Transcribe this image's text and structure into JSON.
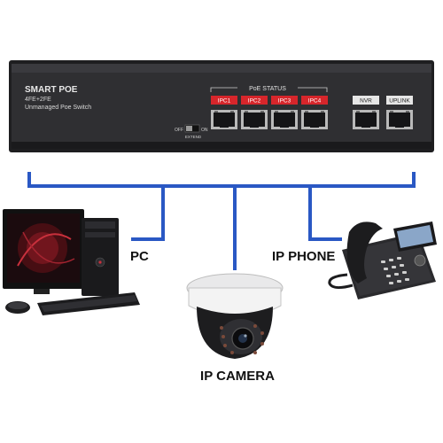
{
  "switch": {
    "brand": "SMART POE",
    "model": "4FE+2FE",
    "description": "Unmanaged Poe Switch",
    "poe_status_label": "PoE STATUS",
    "dip_off": "OFF",
    "dip_on": "ON",
    "dip_label": "EXTEND",
    "ports": [
      {
        "label": "IPC1",
        "poe": true
      },
      {
        "label": "IPC2",
        "poe": true
      },
      {
        "label": "IPC3",
        "poe": true
      },
      {
        "label": "IPC4",
        "poe": true
      },
      {
        "label": "NVR",
        "poe": false
      },
      {
        "label": "UPLINK",
        "poe": false
      }
    ]
  },
  "devices": {
    "pc": "PC",
    "camera": "IP CAMERA",
    "phone": "IP PHONE"
  },
  "colors": {
    "connector": "#2a58c4",
    "poe_label_bg": "#d7262b",
    "uplink_label_bg": "#e6e6e6",
    "switch_body": "#2b2b2d"
  },
  "icons": [
    "desktop-pc-icon",
    "dome-camera-icon",
    "ip-phone-icon",
    "rj45-port-icon"
  ]
}
